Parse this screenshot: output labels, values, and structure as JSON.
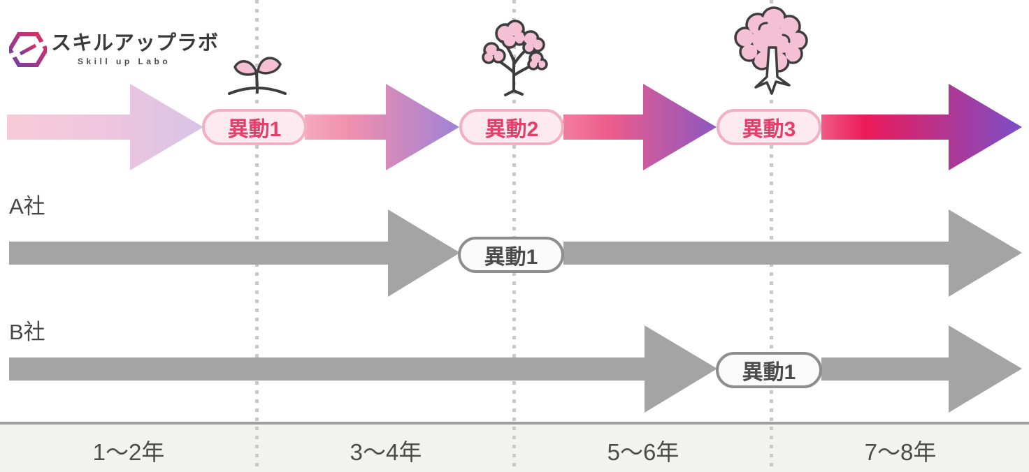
{
  "logo": {
    "title": "スキルアップラボ",
    "subtitle": "Skill up Labo",
    "mark_icon": "hexagon-s-gradient-logo"
  },
  "skill_up_path": {
    "transfers": [
      "異動1",
      "異動2",
      "異動3"
    ],
    "growth_icons": [
      "sprout-icon",
      "young-tree-icon",
      "blossom-tree-icon"
    ]
  },
  "company_rows": [
    {
      "name": "A社",
      "transfer_label": "異動1"
    },
    {
      "name": "B社",
      "transfer_label": "異動1"
    }
  ],
  "timeline_axis": {
    "periods": [
      "1〜2年",
      "3〜4年",
      "5〜6年",
      "7〜8年"
    ]
  },
  "colors": {
    "accent_crimson": "#e63e68",
    "pink_badge_fill": "#fceaf0",
    "pink_badge_border": "#f3afc4",
    "gray_badge_border": "#8d8d8d",
    "gray_arrow": "#a4a4a4",
    "gradient_start_light_pink": "#f8cbd8",
    "gradient_end_deep_purple": "#7b4ec6",
    "axis_band": "#f2f2f1",
    "plant_pink": "#f4c0d3"
  }
}
